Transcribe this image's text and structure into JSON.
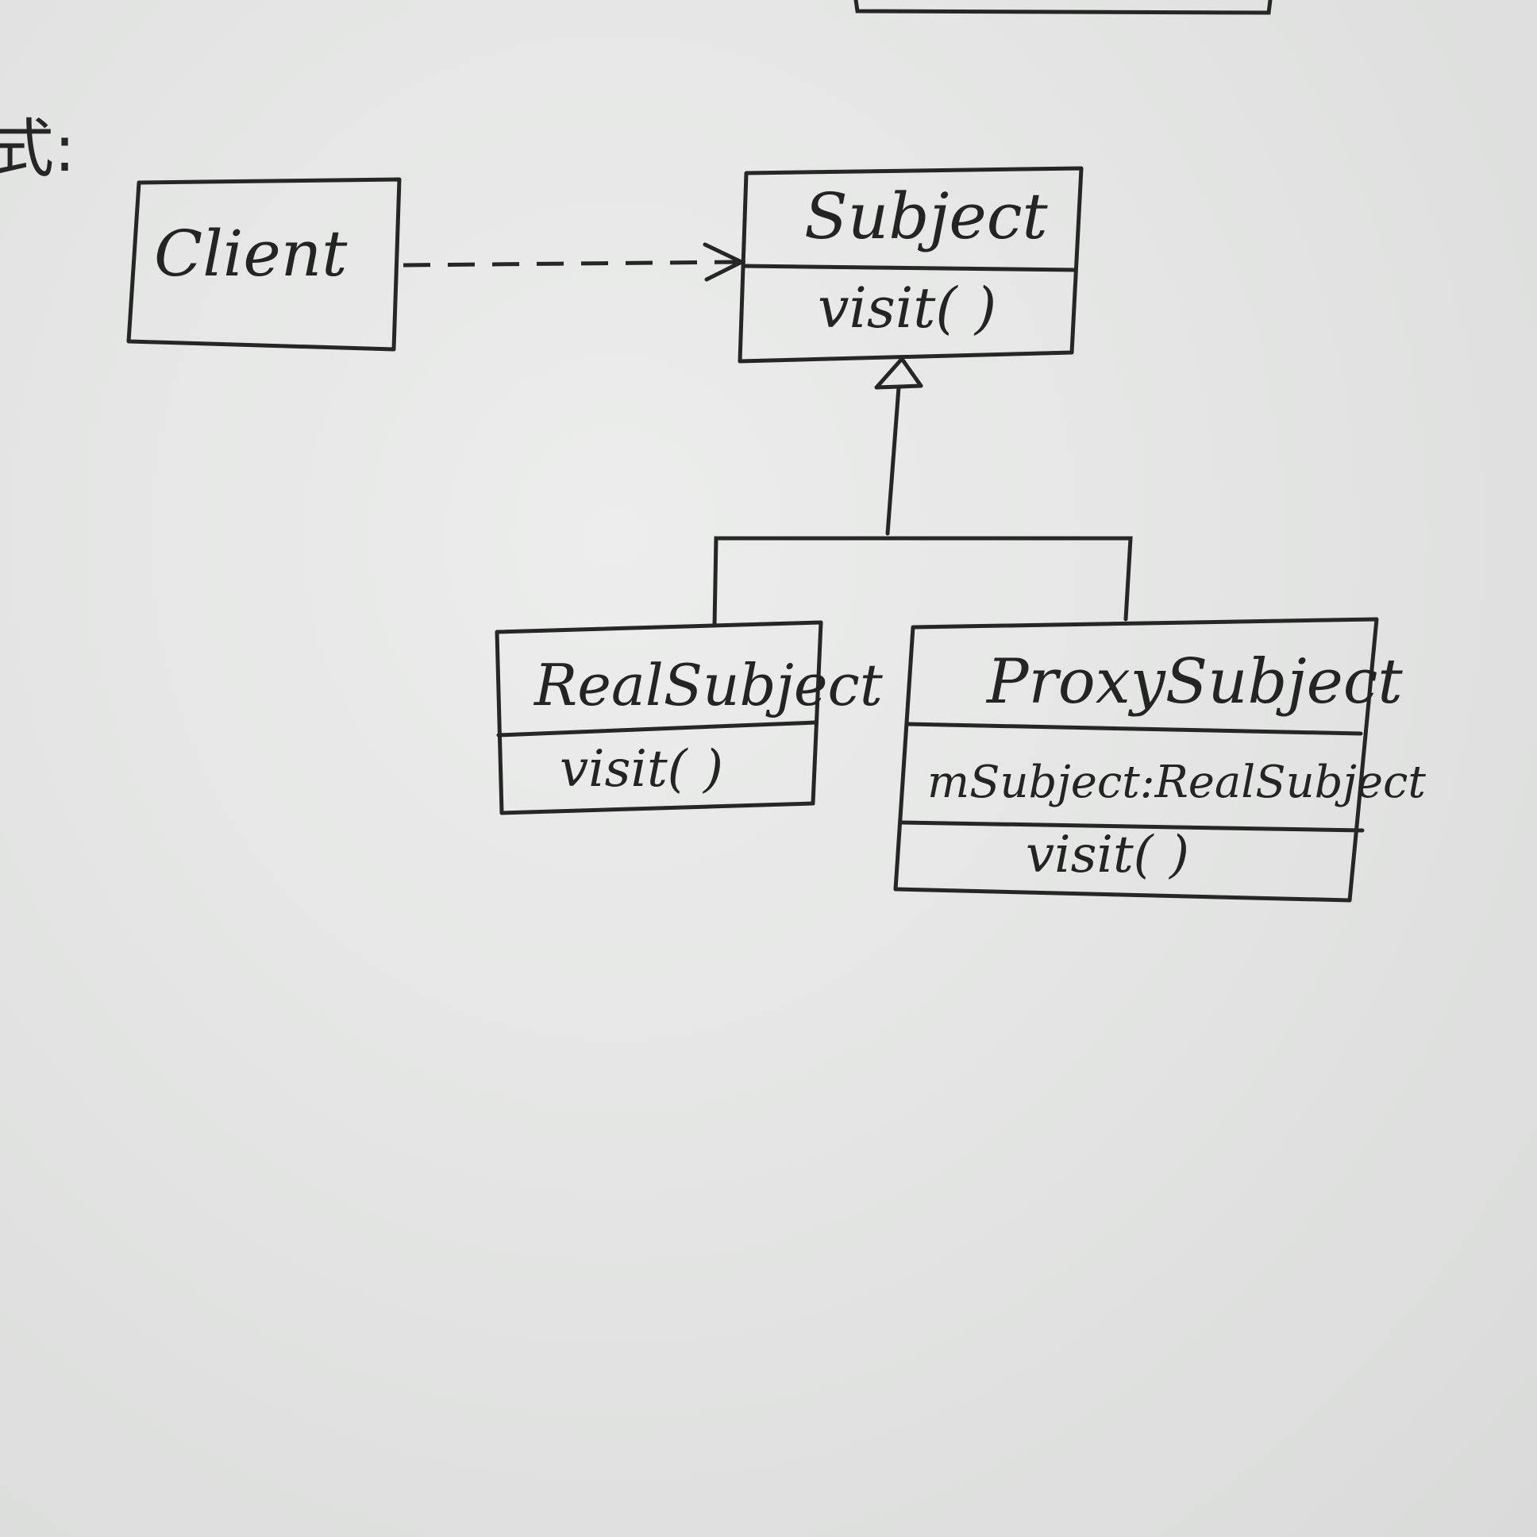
{
  "heading_fragment": "式:",
  "classes": {
    "client": {
      "name": "Client"
    },
    "subject": {
      "name": "Subject",
      "method": "visit( )"
    },
    "real_subject": {
      "name": "RealSubject",
      "method": "visit( )"
    },
    "proxy_subject": {
      "name": "ProxySubject",
      "field": "mSubject:RealSubject",
      "method": "visit( )"
    }
  }
}
